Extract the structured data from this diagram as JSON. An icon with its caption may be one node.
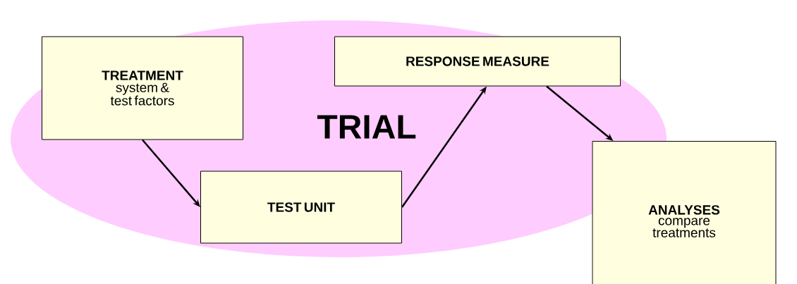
{
  "diagram": {
    "nodes": [
      {
        "text": [
          "TREATMENT",
          "system & test factors"
        ]
      },
      {
        "text": [
          "RESPONSE MEASURE"
        ]
      },
      {
        "text": [
          "TEST UNIT"
        ]
      },
      {
        "text": [
          "ANALYSES",
          "compare treatments"
        ]
      }
    ],
    "edges": [
      {
        "from": 0,
        "to": 2,
        "arrow": "to"
      },
      {
        "from": 2,
        "to": 1,
        "arrow": "to"
      },
      {
        "from": 1,
        "to": 3,
        "arrow": "to"
      }
    ],
    "labels": [
      "TRIAL"
    ]
  }
}
